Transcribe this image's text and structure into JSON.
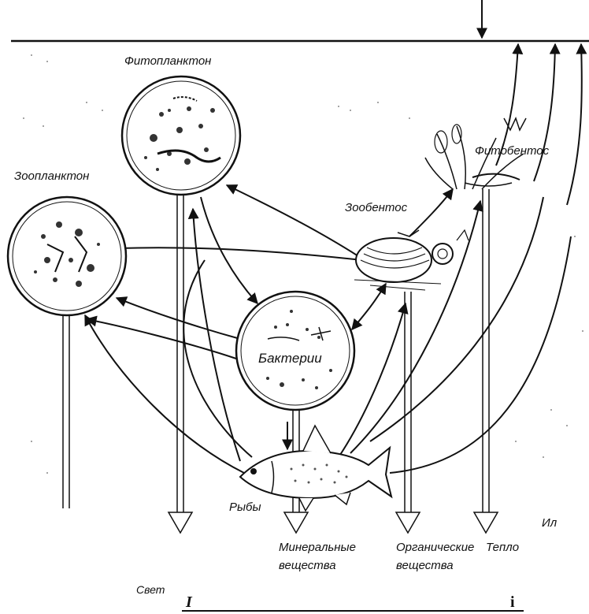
{
  "labels": {
    "phytoplankton": "Фитопланктон",
    "zooplankton": "Зоопланктон",
    "zoobenthos": "Зообентос",
    "phytobenthos": "Фитобентос",
    "bacteria": "Бактерии",
    "fish": "Рыбы",
    "silt": "Ил"
  },
  "outputs": {
    "mineral_line1": "Минеральные",
    "mineral_line2": "вещества",
    "organic_line1": "Органические",
    "organic_line2": "вещества",
    "heat": "Тепло"
  },
  "footer": {
    "light": "Свет",
    "mark_left": "I",
    "mark_right": "i"
  }
}
